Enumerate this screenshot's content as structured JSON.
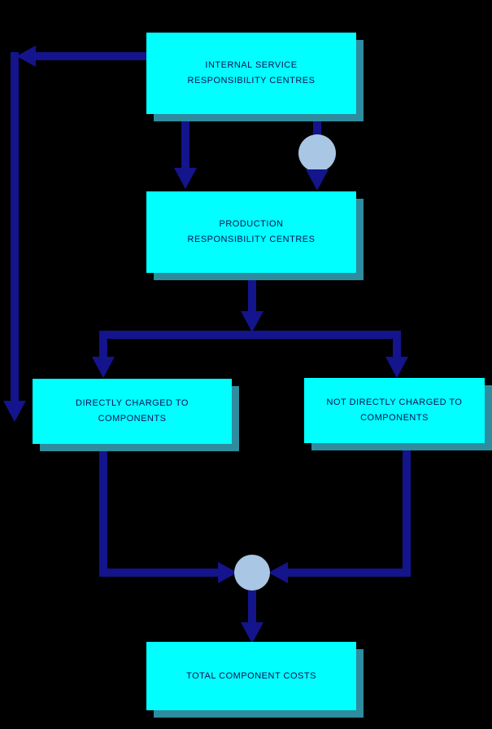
{
  "diagram": {
    "nodes": {
      "internal_service": {
        "label": "INTERNAL SERVICE\nRESPONSIBILITY CENTRES"
      },
      "production": {
        "label": "PRODUCTION\nRESPONSIBILITY CENTRES"
      },
      "directly_charged": {
        "label": "DIRECTLY CHARGED TO\nCOMPONENTS"
      },
      "not_directly_charged": {
        "label": "NOT DIRECTLY CHARGED TO\nCOMPONENTS"
      },
      "total_component_costs": {
        "label": "TOTAL COMPONENT COSTS"
      }
    },
    "edges": [
      "internal_service -> production",
      "internal_service -> production (via upper junction circle)",
      "internal_service -> directly_charged (left feedback loop)",
      "production -> directly_charged",
      "production -> not_directly_charged",
      "directly_charged -> lower junction circle",
      "not_directly_charged -> lower junction circle",
      "lower junction circle -> total_component_costs"
    ],
    "colors": {
      "background": "#000000",
      "box_fill": "#00FFFF",
      "box_shadow": "#2E8C9E",
      "arrow": "#14148C",
      "junction_circle": "#A9C6E4",
      "text": "#0E0E54"
    }
  }
}
